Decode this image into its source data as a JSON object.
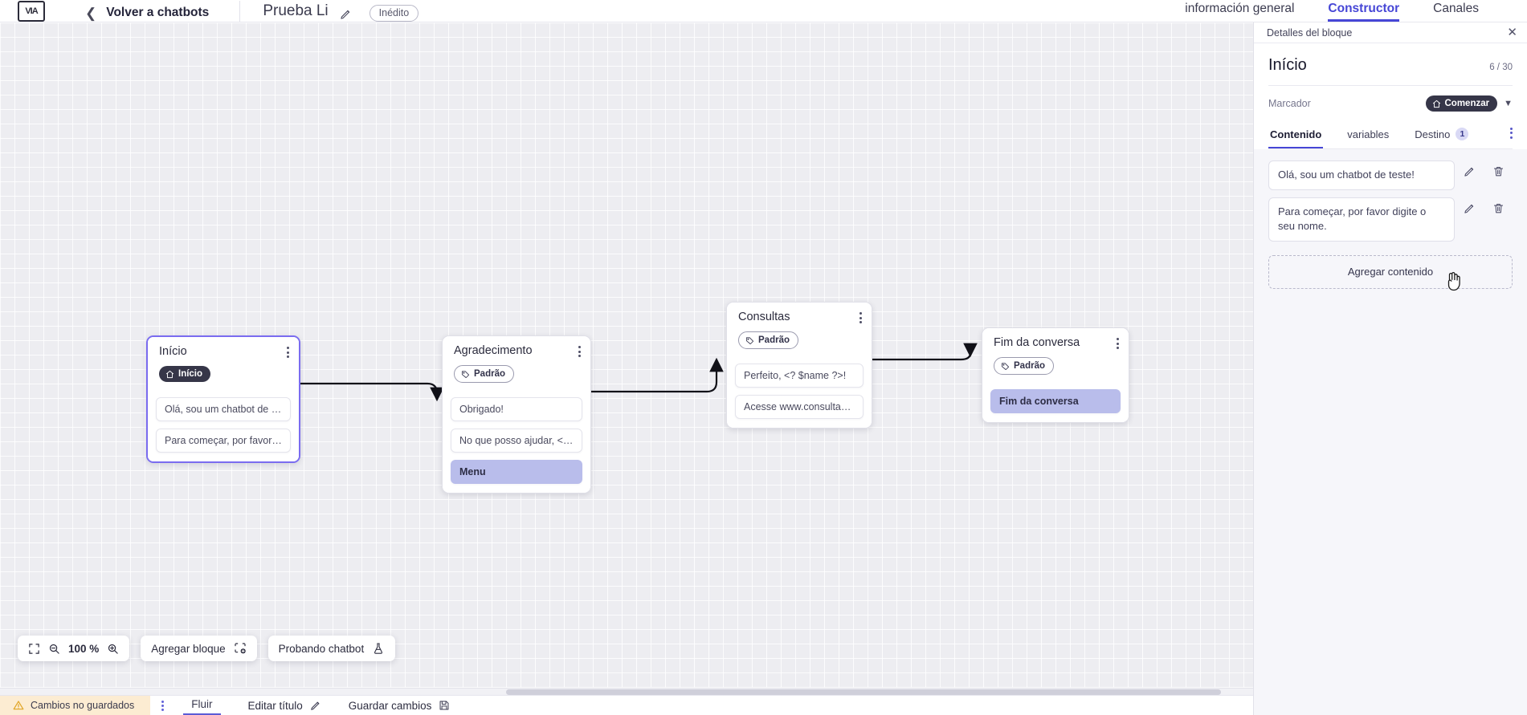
{
  "header": {
    "logo_icon": "app-logo-icon",
    "back_icon": "chevron-left-icon",
    "back_label": "Volver a chatbots",
    "flow_title": "Prueba Li",
    "edit_icon": "pencil-icon",
    "status_badge": "Inédito",
    "tabs": [
      {
        "label": "información general",
        "active": false
      },
      {
        "label": "Constructor",
        "active": true
      },
      {
        "label": "Canales",
        "active": false
      }
    ]
  },
  "canvas": {
    "nodes": [
      {
        "id": "inicio",
        "title": "Início",
        "chip_label": "Início",
        "chip_style": "dark",
        "chip_icon": "home-icon",
        "selected": true,
        "messages": [
          {
            "text": "Olá, sou um chatbot de teste!",
            "accent": false
          },
          {
            "text": "Para começar, por favor digite o ...",
            "accent": false
          }
        ]
      },
      {
        "id": "agradecimento",
        "title": "Agradecimento",
        "chip_label": "Padrão",
        "chip_style": "outline",
        "chip_icon": "tag-icon",
        "selected": false,
        "messages": [
          {
            "text": "Obrigado!",
            "accent": false
          },
          {
            "text": "No que posso ajudar, <? $name ...",
            "accent": false
          },
          {
            "text": "Menu",
            "accent": true
          }
        ]
      },
      {
        "id": "consultas",
        "title": "Consultas",
        "chip_label": "Padrão",
        "chip_style": "outline",
        "chip_icon": "tag-icon",
        "selected": false,
        "messages": [
          {
            "text": "Perfeito, <? $name ?>!",
            "accent": false
          },
          {
            "text": "Acesse www.consultas.com par...",
            "accent": false
          }
        ]
      },
      {
        "id": "fim",
        "title": "Fim da conversa",
        "chip_label": "Padrão",
        "chip_style": "outline",
        "chip_icon": "tag-icon",
        "selected": false,
        "messages": [
          {
            "text": "Fim da conversa",
            "accent": true
          }
        ]
      }
    ]
  },
  "toolbar": {
    "fit_icon": "fit-screen-icon",
    "zoom_out_icon": "zoom-out-icon",
    "zoom_value": "100 %",
    "zoom_in_icon": "zoom-in-icon",
    "add_block_label": "Agregar bloque",
    "add_block_icon": "add-block-icon",
    "test_chatbot_label": "Probando chatbot",
    "test_chatbot_icon": "flask-icon"
  },
  "statusbar": {
    "warning_icon": "warning-icon",
    "unsaved_label": "Cambios no guardados",
    "kebab_icon": "kebab-icon",
    "flow_tab_label": "Fluir",
    "edit_title_label": "Editar título",
    "edit_title_icon": "pencil-icon",
    "save_label": "Guardar cambios",
    "save_icon": "save-disk-icon"
  },
  "panel": {
    "header_title": "Detalles del bloque",
    "close_icon": "close-icon",
    "block_title": "Início",
    "char_count": "6 / 30",
    "marker_label": "Marcador",
    "marker_value": "Comenzar",
    "marker_icon": "home-icon",
    "marker_chevron_icon": "chevron-down-icon",
    "tabs": [
      {
        "label": "Contenido",
        "active": true,
        "badge": ""
      },
      {
        "label": "variables",
        "active": false,
        "badge": ""
      },
      {
        "label": "Destino",
        "active": false,
        "badge": "1"
      }
    ],
    "tabs_kebab_icon": "kebab-icon",
    "contents": [
      {
        "text": "Olá, sou um chatbot de teste!",
        "edit_icon": "pencil-icon",
        "delete_icon": "trash-icon"
      },
      {
        "text": "Para começar, por favor digite o seu nome.",
        "edit_icon": "pencil-icon",
        "delete_icon": "trash-icon"
      }
    ],
    "add_content_label": "Agregar contenido"
  }
}
